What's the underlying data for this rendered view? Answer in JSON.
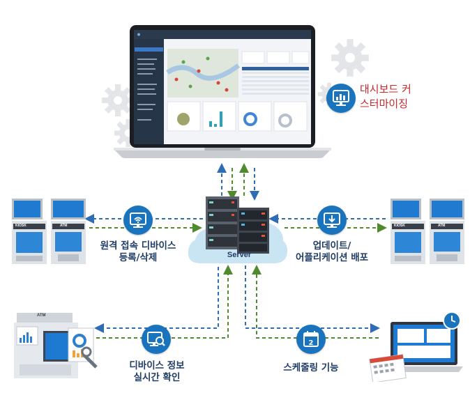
{
  "server": {
    "label": "Server"
  },
  "features": {
    "dashboard_line1": "대시보드 커",
    "dashboard_line2": "스터마이징",
    "remote_line1": "원격 접속 디바이스",
    "remote_line2": "등록/삭제",
    "update_line1": "업데이트/",
    "update_line2": "어플리케이션 배포",
    "device_info_line1": "디바이스 정보",
    "device_info_line2": "실시간 확인",
    "schedule": "스케줄링 기능"
  },
  "devices": {
    "kiosk_label": "KIOSK",
    "atm_label": "ATM"
  },
  "colors": {
    "blue_arrow": "#2e6db4",
    "green_arrow": "#4f8a2e",
    "badge": "#1a74bd",
    "caption": "#1f3d66",
    "accent_red": "#c8282d",
    "cloud": "#c9e4f3"
  },
  "icons": [
    "gear-icon",
    "dashboard-monitor-icon",
    "remote-monitor-icon",
    "download-monitor-icon",
    "device-search-icon",
    "calendar-icon",
    "clock-icon"
  ]
}
